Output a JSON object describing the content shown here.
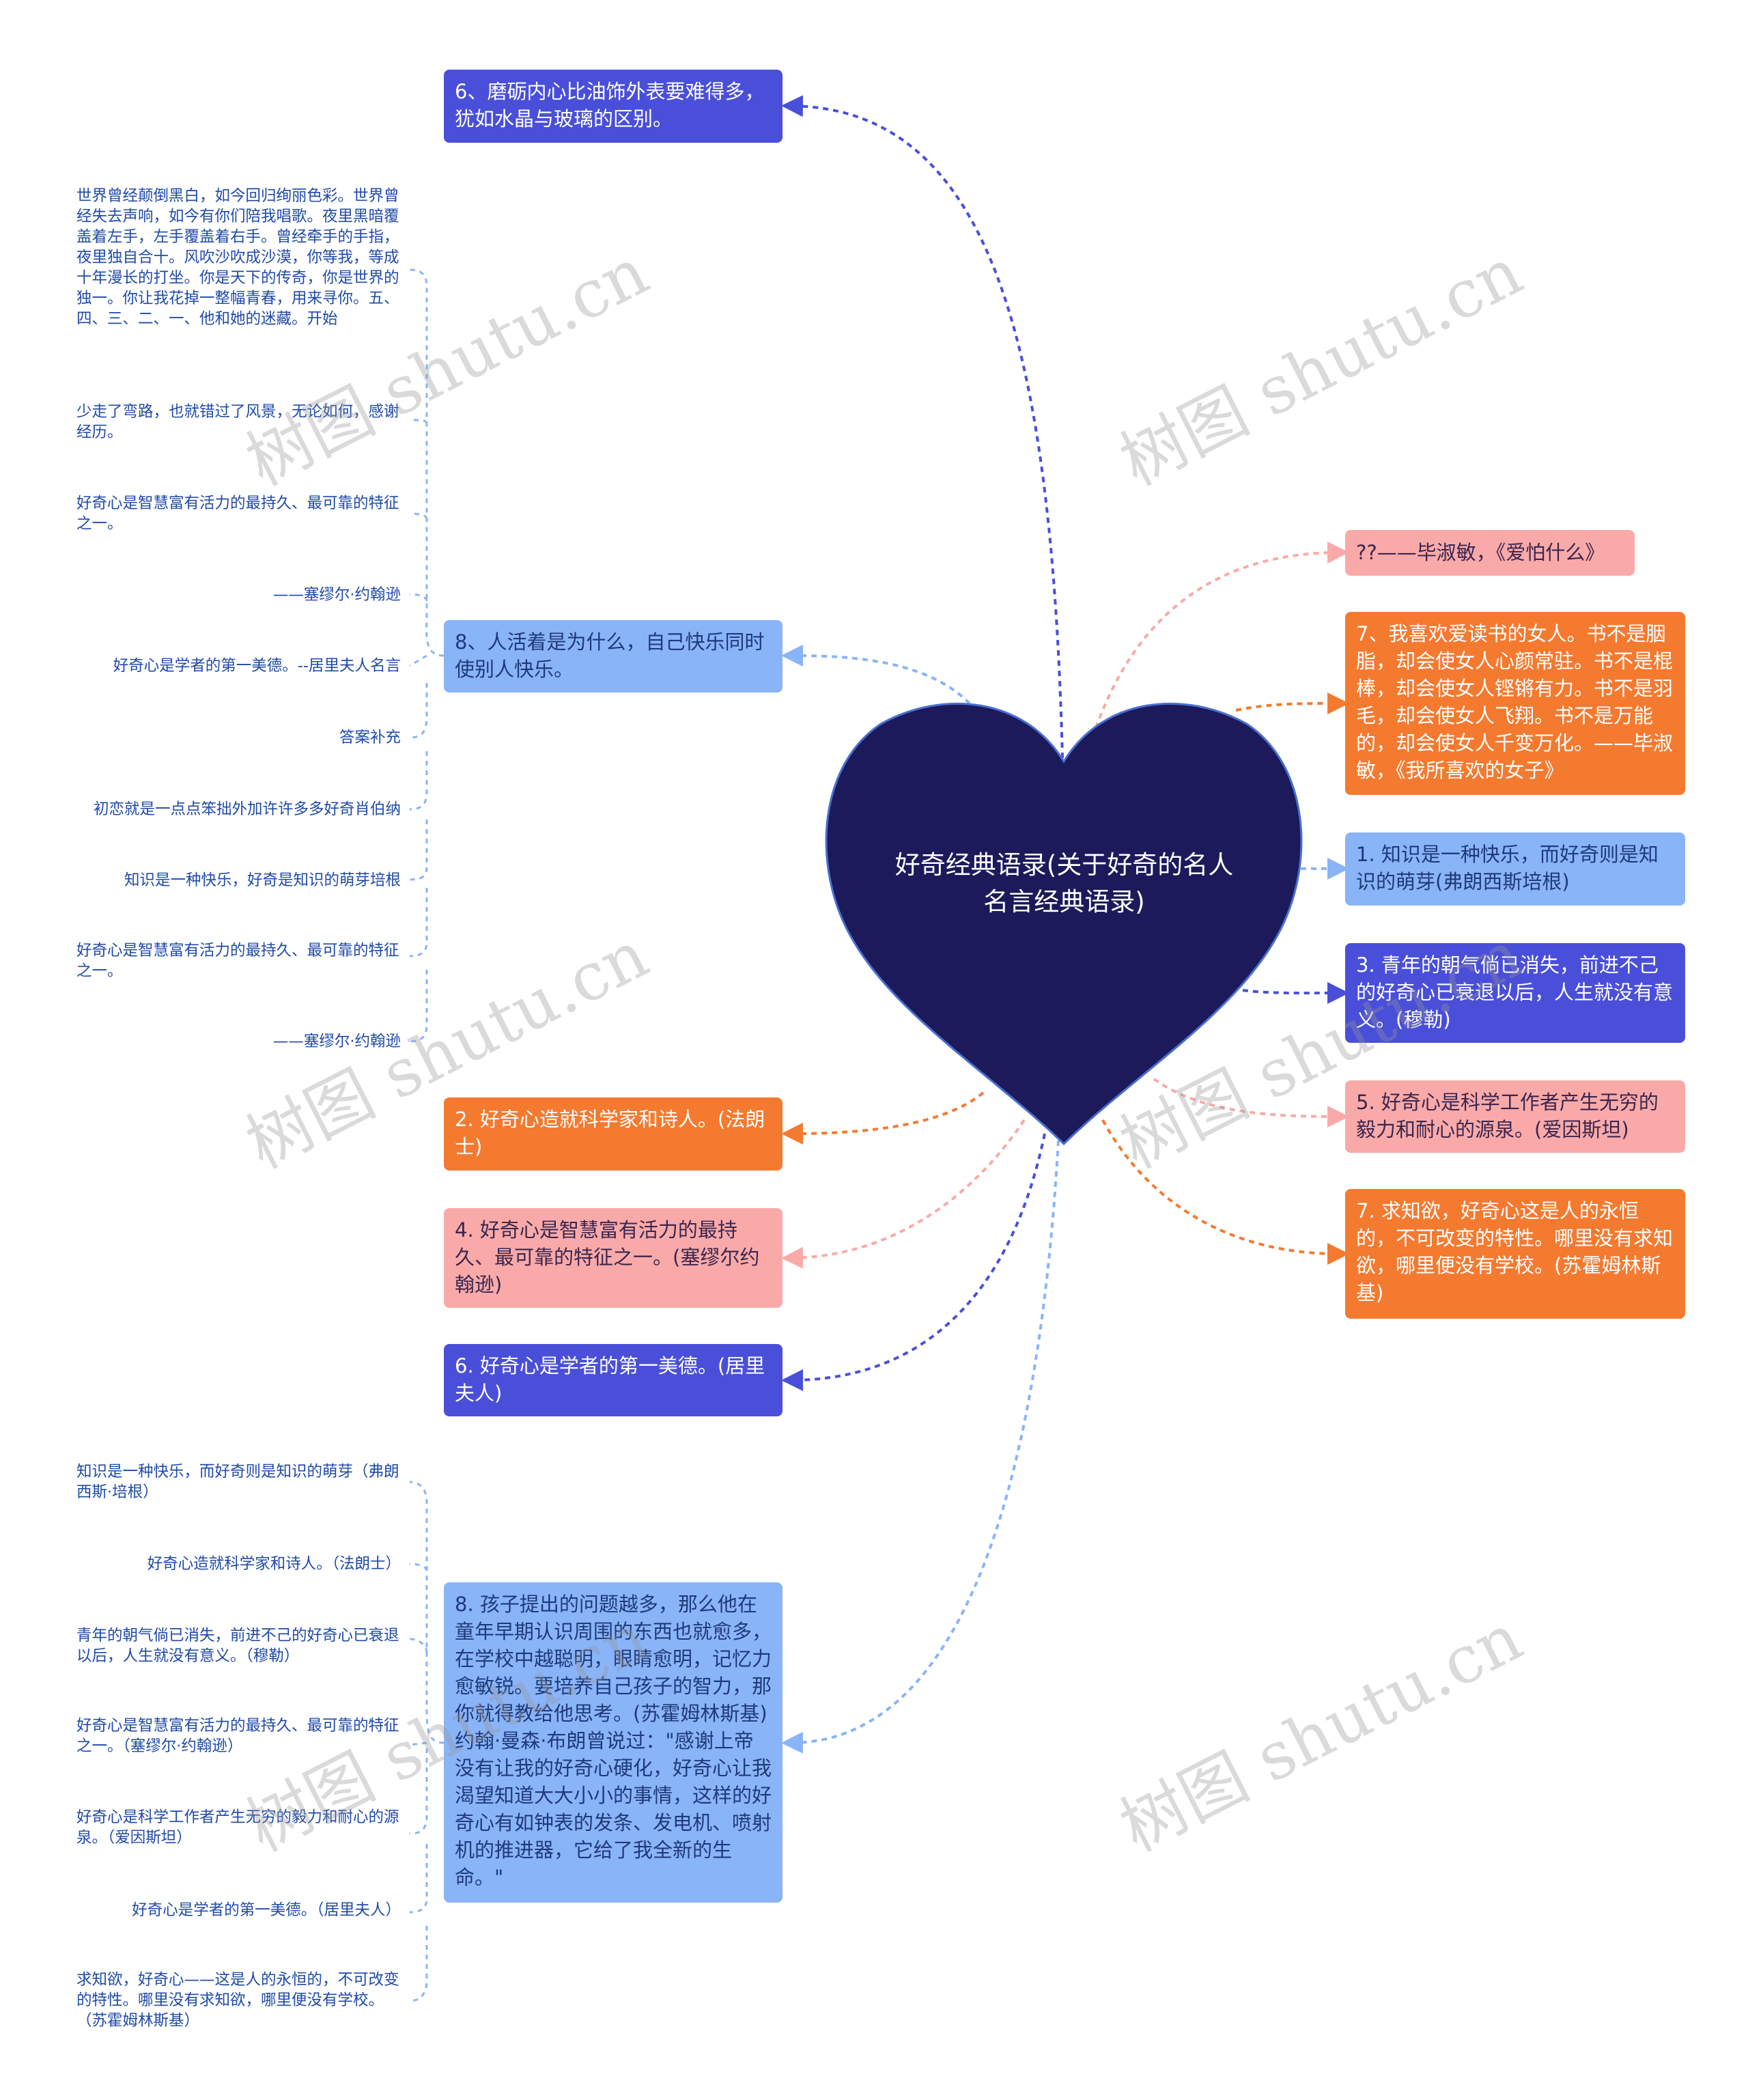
{
  "center": "好奇经典语录(关于好奇的名人名言经典语录)",
  "watermark": "树图 shutu.cn",
  "left_nodes": {
    "n6a": "6、磨砺内心比油饰外表要难得多，犹如水晶与玻璃的区别。",
    "n8a": "8、人活着是为什么，自己快乐同时使别人快乐。",
    "n2": "2. 好奇心造就科学家和诗人。(法朗士)",
    "n4": "4. 好奇心是智慧富有活力的最持久、最可靠的特征之一。(塞缪尔约翰逊)",
    "n6b": "6. 好奇心是学者的第一美德。(居里夫人)",
    "n8b": "8. 孩子提出的问题越多，那么他在童年早期认识周围的东西也就愈多，在学校中越聪明，眼睛愈明，记忆力愈敏锐。要培养自己孩子的智力，那你就得教给他思考。(苏霍姆林斯基)约翰·曼森·布朗曾说过：\"感谢上帝没有让我的好奇心硬化，好奇心让我渴望知道大大小小的事情，这样的好奇心有如钟表的发条、发电机、喷射机的推进器，它给了我全新的生命。\""
  },
  "right_nodes": {
    "r0": "??——毕淑敏，《爱怕什么》",
    "r7a": "7、我喜欢爱读书的女人。书不是胭脂，却会使女人心颜常驻。书不是棍棒，却会使女人铿锵有力。书不是羽毛，却会使女人飞翔。书不是万能的，却会使女人千变万化。——毕淑敏，《我所喜欢的女子》",
    "r1": "1. 知识是一种快乐，而好奇则是知识的萌芽(弗朗西斯培根)",
    "r3": "3. 青年的朝气倘已消失，前进不己的好奇心已衰退以后，人生就没有意义。(穆勒)",
    "r5": "5. 好奇心是科学工作者产生无穷的毅力和耐心的源泉。(爱因斯坦)",
    "r7b": "7. 求知欲，好奇心这是人的永恒的，不可改变的特性。哪里没有求知欲，哪里便没有学校。(苏霍姆林斯基)"
  },
  "leaves_upper": [
    "世界曾经颠倒黑白，如今回归绚丽色彩。世界曾经失去声响，如今有你们陪我唱歌。夜里黑暗覆盖着左手，左手覆盖着右手。曾经牵手的手指，夜里独自合十。风吹沙吹成沙漠，你等我，等成十年漫长的打坐。你是天下的传奇，你是世界的独一。你让我花掉一整幅青春，用来寻你。五、四、三、二、一、他和她的迷藏。开始",
    "少走了弯路，也就错过了风景，无论如何，感谢经历。",
    "好奇心是智慧富有活力的最持久、最可靠的特征之一。",
    "——塞缪尔·约翰逊",
    "好奇心是学者的第一美德。--居里夫人名言",
    "答案补充",
    "初恋就是一点点笨拙外加许许多多好奇肖伯纳",
    "知识是一种快乐，好奇是知识的萌芽培根",
    "好奇心是智慧富有活力的最持久、最可靠的特征之一。",
    "——塞缪尔·约翰逊"
  ],
  "leaves_lower": [
    "知识是一种快乐，而好奇则是知识的萌芽（弗朗西斯·培根）",
    "好奇心造就科学家和诗人。（法朗士）",
    "青年的朝气倘已消失，前进不己的好奇心已衰退以后，人生就没有意义。（穆勒）",
    "好奇心是智慧富有活力的最持久、最可靠的特征之一。（塞缪尔·约翰逊）",
    "好奇心是科学工作者产生无穷的毅力和耐心的源泉。（爱因斯坦）",
    "好奇心是学者的第一美德。（居里夫人）",
    "求知欲，好奇心——这是人的永恒的，不可改变的特性。哪里没有求知欲，哪里便没有学校。（苏霍姆林斯基）"
  ],
  "colors": {
    "indigo": "#4a4fd9",
    "light_blue": "#8ab4f8",
    "orange": "#f47a30",
    "pink": "#f9aaa8",
    "heart": "#1c1a5a"
  }
}
